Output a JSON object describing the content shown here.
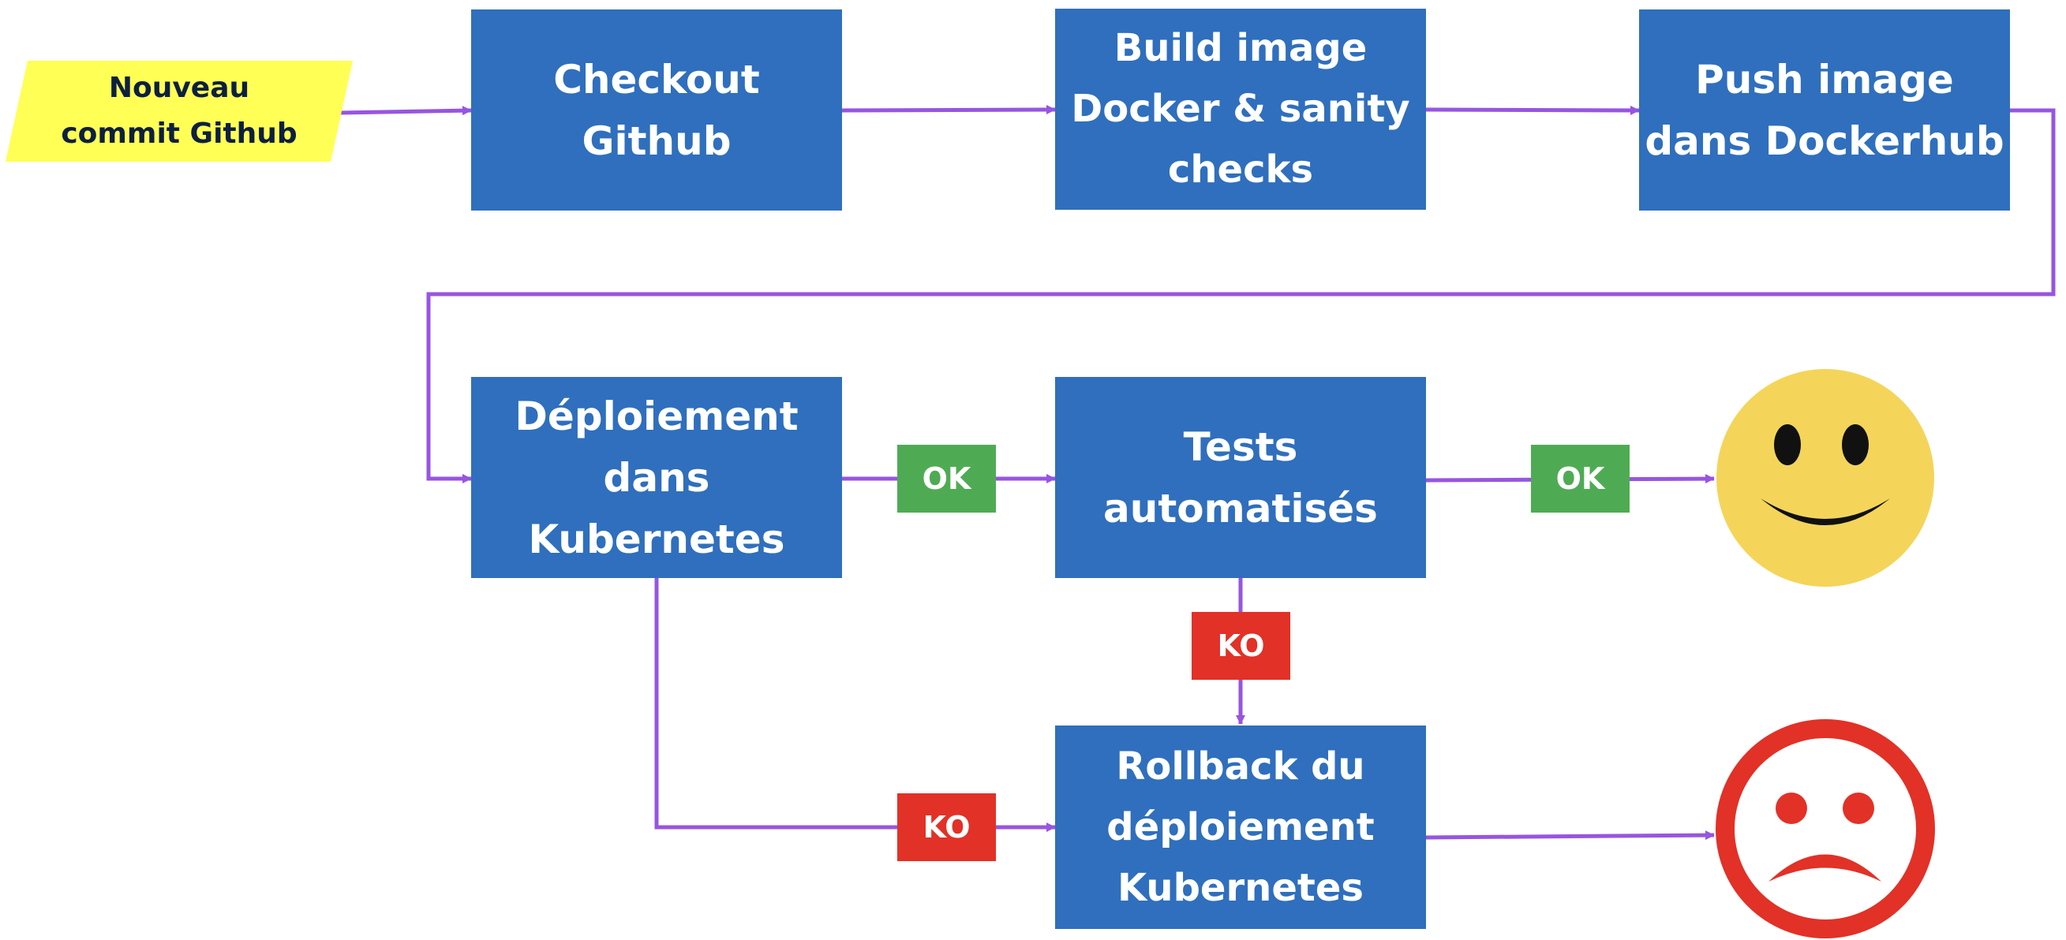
{
  "start": {
    "label": "Nouveau\ncommit Github",
    "color": "#ffff55"
  },
  "steps": {
    "checkout": "Checkout\nGithub",
    "build": "Build image\nDocker & sanity\nchecks",
    "push": "Push image\ndans Dockerhub",
    "deploy": "Déploiement\ndans Kubernetes",
    "tests": "Tests\nautomatisés",
    "rollback": "Rollback du\ndéploiement\nKubernetes"
  },
  "tags": {
    "deploy_ok": "OK",
    "tests_ok": "OK",
    "tests_ko": "KO",
    "deploy_ko": "KO"
  },
  "outcomes": {
    "success": "happy-face-icon",
    "failure": "sad-face-icon"
  },
  "colors": {
    "step_box": "#2f6fbd",
    "connector": "#9755e0",
    "ok_tag": "#4fab53",
    "ko_tag": "#e23127",
    "happy_face": "#f4d55a",
    "sad_face": "#e23127"
  }
}
